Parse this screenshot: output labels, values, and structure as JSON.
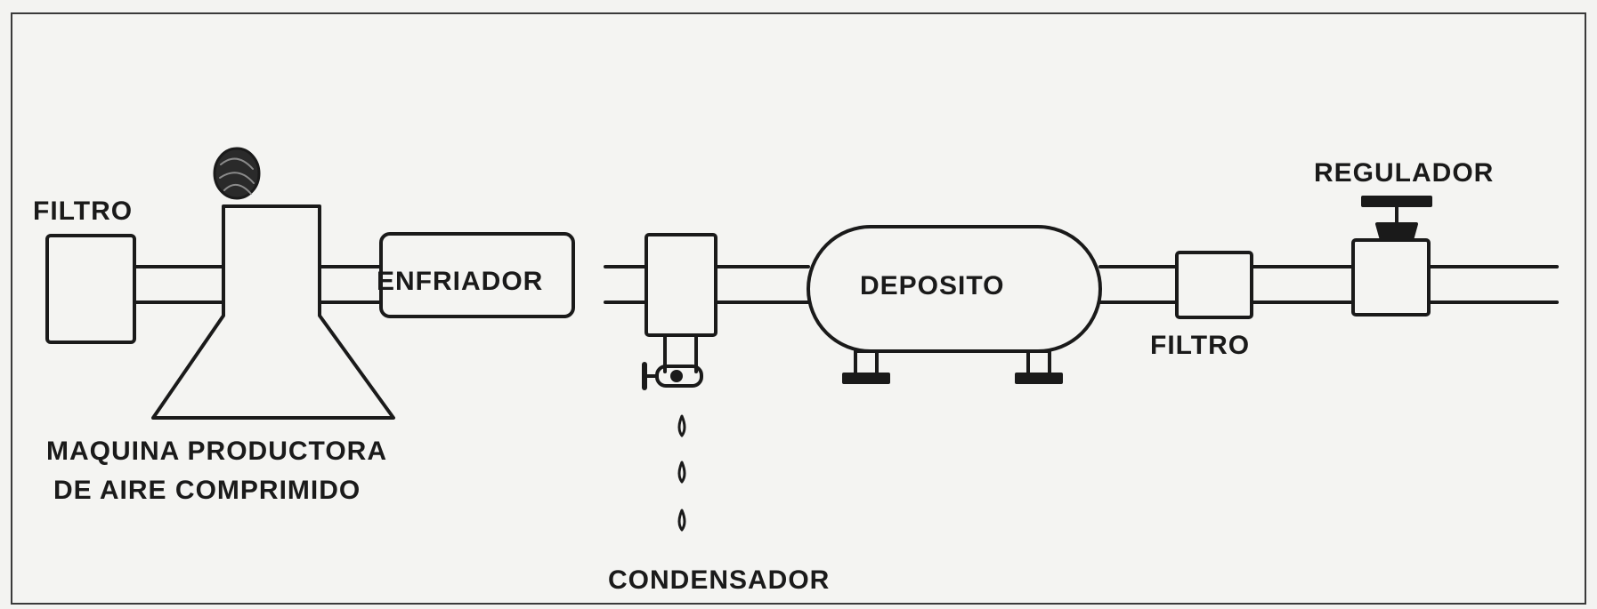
{
  "labels": {
    "filtro_in": "FILTRO",
    "machine_line1": "MAQUINA PRODUCTORA",
    "machine_line2": "DE AIRE COMPRIMIDO",
    "enfriador": "ENFRIADOR",
    "condensador": "CONDENSADOR",
    "deposito": "DEPOSITO",
    "filtro_out": "FILTRO",
    "regulador": "REGULADOR"
  }
}
